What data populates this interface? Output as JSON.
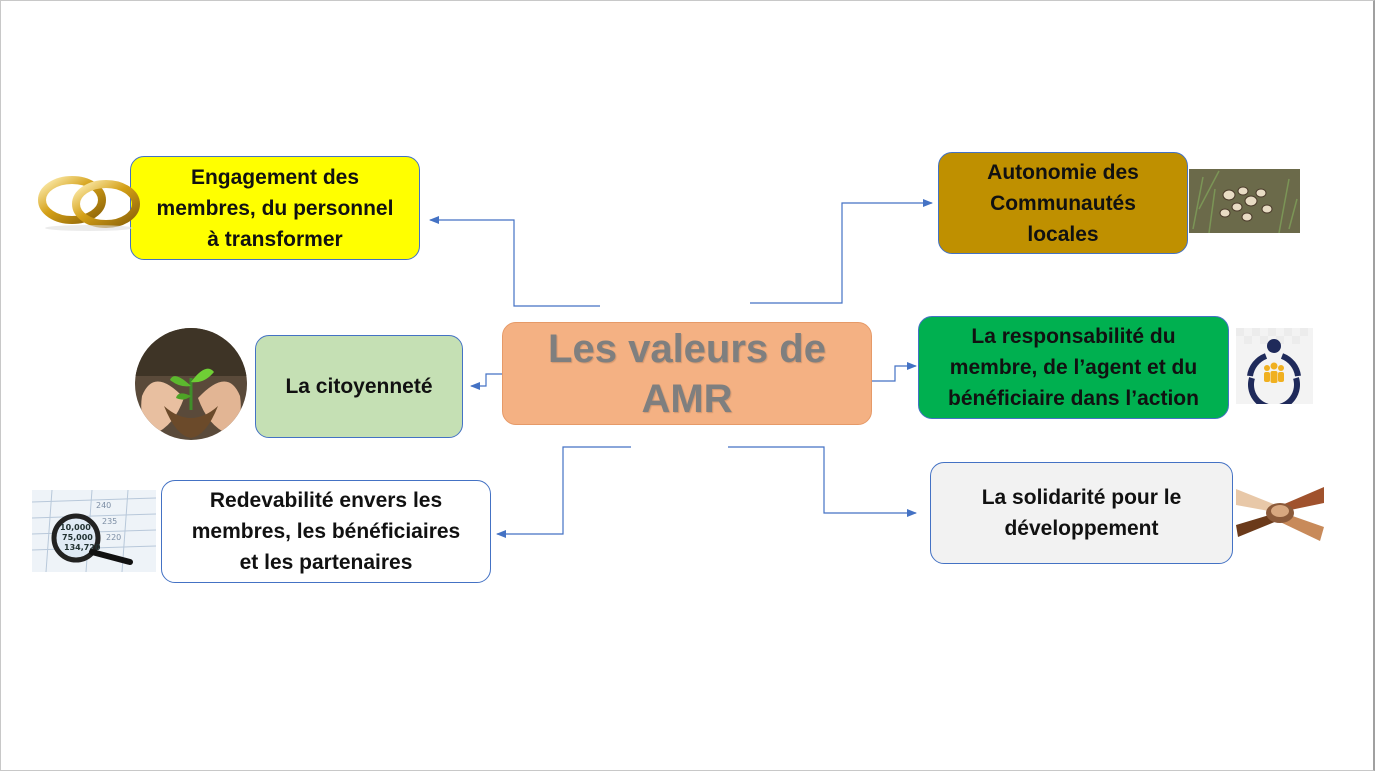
{
  "diagram": {
    "center": {
      "text": "Les valeurs de\nAMR",
      "color": "#f4b183"
    },
    "nodes": [
      {
        "id": "engagement",
        "text": "Engagement des\nmembres, du personnel\nà transformer",
        "color": "#ffff00"
      },
      {
        "id": "citoyennete",
        "text": "La citoyenneté",
        "color": "#c5e0b4"
      },
      {
        "id": "redevabilite",
        "text": "Redevabilité envers les\nmembres, les bénéficiaires\net les partenaires",
        "color": "#ffffff"
      },
      {
        "id": "autonomie",
        "text": "Autonomie des\nCommunautés\nlocales",
        "color": "#bf9000"
      },
      {
        "id": "responsabilite",
        "text": "La responsabilité du\nmembre, de l’agent et du\nbénéficiaire dans l’action",
        "color": "#00b050"
      },
      {
        "id": "solidarite",
        "text": "La solidarité pour le\ndéveloppement",
        "color": "#f2f2f2"
      }
    ],
    "connector_color": "#4472c4",
    "pictures": [
      "wedding-rings-image",
      "seedling-hands-image",
      "magnifier-document-image",
      "seeds-soil-image",
      "people-circle-icon",
      "joined-hands-image"
    ]
  }
}
